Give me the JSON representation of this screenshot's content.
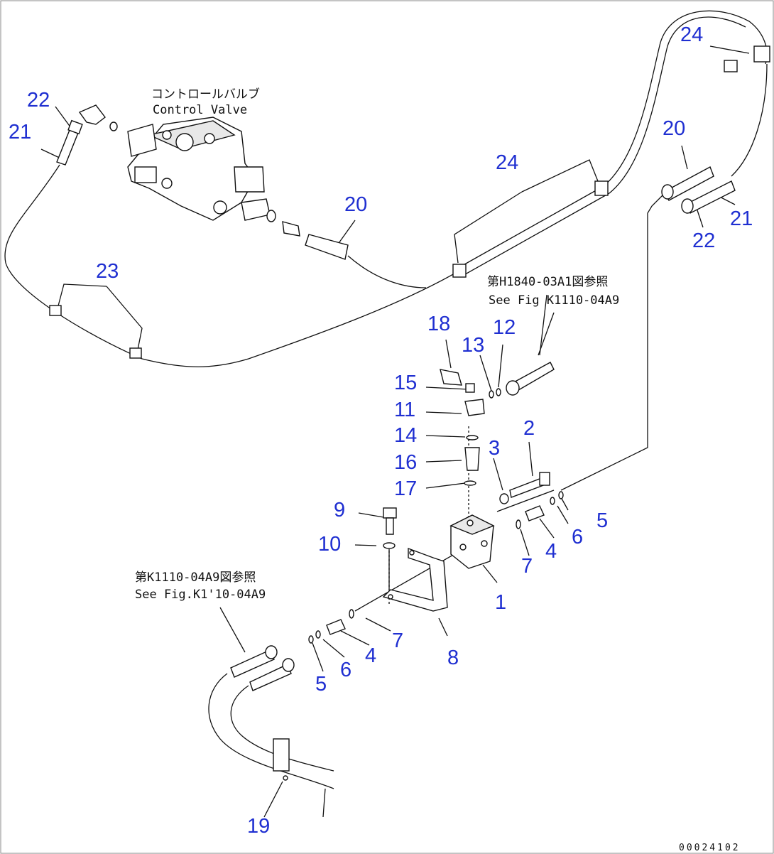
{
  "diagram": {
    "callouts": [
      {
        "id": "c22a",
        "text": "22"
      },
      {
        "id": "c21a",
        "text": "21"
      },
      {
        "id": "c23",
        "text": "23"
      },
      {
        "id": "c20a",
        "text": "20"
      },
      {
        "id": "c24a",
        "text": "24"
      },
      {
        "id": "c24b",
        "text": "24"
      },
      {
        "id": "c20b",
        "text": "20"
      },
      {
        "id": "c21b",
        "text": "21"
      },
      {
        "id": "c22b",
        "text": "22"
      },
      {
        "id": "c18",
        "text": "18"
      },
      {
        "id": "c13",
        "text": "13"
      },
      {
        "id": "c12",
        "text": "12"
      },
      {
        "id": "c15",
        "text": "15"
      },
      {
        "id": "c11",
        "text": "11"
      },
      {
        "id": "c14",
        "text": "14"
      },
      {
        "id": "c16",
        "text": "16"
      },
      {
        "id": "c17",
        "text": "17"
      },
      {
        "id": "c3",
        "text": "3"
      },
      {
        "id": "c2",
        "text": "2"
      },
      {
        "id": "c9",
        "text": "9"
      },
      {
        "id": "c10",
        "text": "10"
      },
      {
        "id": "c5a",
        "text": "5"
      },
      {
        "id": "c6a",
        "text": "6"
      },
      {
        "id": "c4a",
        "text": "4"
      },
      {
        "id": "c7a",
        "text": "7"
      },
      {
        "id": "c1",
        "text": "1"
      },
      {
        "id": "c7b",
        "text": "7"
      },
      {
        "id": "c4b",
        "text": "4"
      },
      {
        "id": "c6b",
        "text": "6"
      },
      {
        "id": "c5b",
        "text": "5"
      },
      {
        "id": "c8",
        "text": "8"
      },
      {
        "id": "c19",
        "text": "19"
      }
    ],
    "annotations": {
      "control_valve_jp": "コントロールバルブ",
      "control_valve_en": "Control Valve",
      "ref_right_jp": "第H1840-03A1図参照",
      "ref_right_en": "See Fig K1110-04A9",
      "ref_left_jp": "第K1110-04A9図参照",
      "ref_left_en": "See Fig.K1'10-04A9"
    },
    "drawing_code": "00024102",
    "callout_color": "#1f2fd1"
  }
}
